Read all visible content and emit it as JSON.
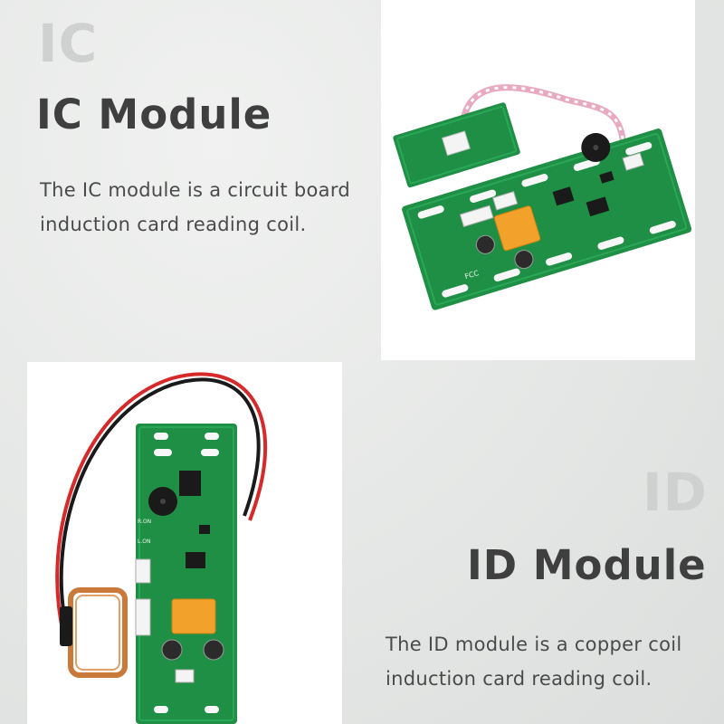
{
  "ic": {
    "bg_letters": "IC",
    "title": "IC Module",
    "desc_line1": "The IC module is a circuit board",
    "desc_line2": "induction card reading coil.",
    "pcb_markings": {
      "component_label": "FCC"
    }
  },
  "id": {
    "bg_letters": "ID",
    "title": "ID Module",
    "desc_line1": "The ID module is a copper coil",
    "desc_line2": "induction card reading coil.",
    "pcb_markings": {
      "led_label_1": "R.ON",
      "led_label_2": "L.ON"
    }
  },
  "colors": {
    "pcb_green": "#1f8f45",
    "pcb_dark": "#176d35",
    "relay_orange": "#f2a22a",
    "coil_copper": "#c97a3a",
    "wire_red": "#d62a2a",
    "wire_black": "#1a1a1a"
  }
}
